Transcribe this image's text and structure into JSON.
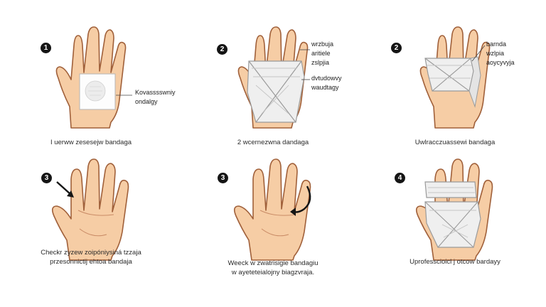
{
  "panels": [
    {
      "step": "1",
      "notes": [
        "Kovasssswniy",
        "ondalgy"
      ],
      "caption": [
        "I uerww zesesejw bandaga"
      ]
    },
    {
      "step": "2",
      "notes": [
        "wrzbuja",
        "aritiele",
        "zslpjia",
        "dvtudowvy",
        "waudtagy"
      ],
      "caption": [
        "2 wcernezwna dandaga"
      ]
    },
    {
      "step": "2",
      "notes": [
        "barnda",
        "wzlpia",
        "aoycyvyja"
      ],
      "caption": [
        "Uwlracczuassewi bandaga"
      ]
    },
    {
      "step": "3",
      "notes": [],
      "caption": [
        "Checkr zyzew zoipóniysiná tzzaja",
        "przesonnictij ehtoa bandaja"
      ]
    },
    {
      "step": "3",
      "notes": [],
      "caption": [
        "Weeck w zwatrisigie bandagiu",
        "w ayeteteialojny biagzvraja."
      ]
    },
    {
      "step": "4",
      "notes": [],
      "caption": [
        "Uprofesscioicl j otcow bardayy"
      ]
    }
  ],
  "colors": {
    "skin": "#f6cda5",
    "skin_line": "#a0603a",
    "bandage": "#eeeeee",
    "bandage_line": "#9a9a9a",
    "badge": "#151515"
  }
}
